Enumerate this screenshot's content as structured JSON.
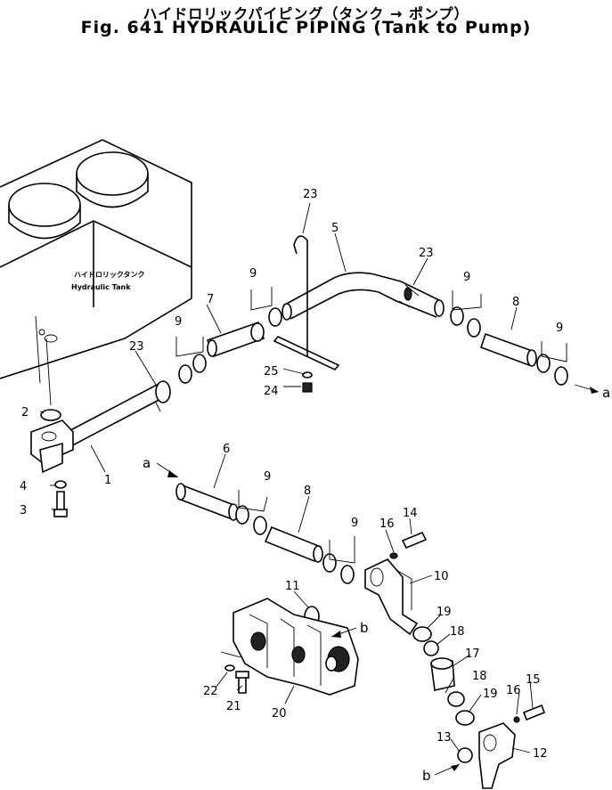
{
  "header": {
    "title_jp": "ハイドロリックパイピング（タンク → ポンプ）",
    "title_en": "Fig. 641 HYDRAULIC PIPING (Tank to Pump)"
  },
  "tank": {
    "label_jp": "ハイドロリックタンク",
    "label_en": "Hydraulic  Tank"
  },
  "flow_markers": {
    "a": "a",
    "b": "b"
  },
  "callouts": [
    "1",
    "2",
    "3",
    "4",
    "5",
    "6",
    "7",
    "8",
    "9",
    "10",
    "11",
    "12",
    "13",
    "14",
    "15",
    "16",
    "17",
    "18",
    "19",
    "20",
    "21",
    "22",
    "23",
    "24",
    "25"
  ]
}
